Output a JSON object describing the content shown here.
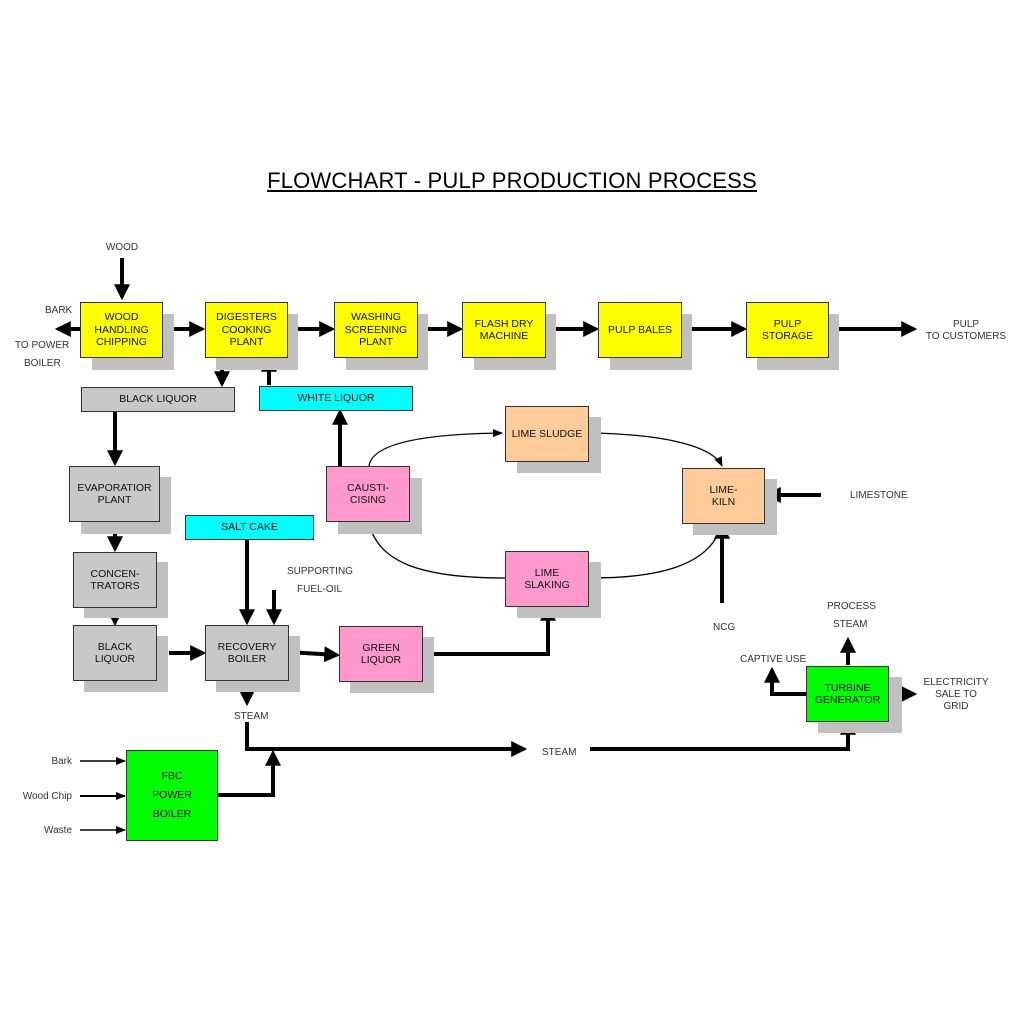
{
  "title": "FLOWCHART - PULP PRODUCTION PROCESS",
  "colors": {
    "process_yellow": "#ffff00",
    "liquor_gray": "#c8c8c8",
    "liquor_cyan": "#00ffff",
    "causticizing_pink": "#ff99cc",
    "lime_peach": "#ffcc99",
    "power_green": "#00ff00",
    "shadow": "#c0c0c0"
  },
  "nodes": {
    "wood_handling": "WOOD\nHANDLING\nCHIPPING",
    "digesters": "DIGESTERS\nCOOKING\nPLANT",
    "washing": "WASHING\nSCREENING\nPLANT",
    "flash_dry": "FLASH DRY\nMACHINE",
    "pulp_bales": "PULP BALES",
    "pulp_storage": "PULP\nSTORAGE",
    "black_liquor_bar": "BLACK LIQUOR",
    "white_liquor_bar": "WHITE LIQUOR",
    "evaporation": "EVAPORATIOR\nPLANT",
    "concentrators": "CONCEN-\nTRATORS",
    "black_liquor": "BLACK\nLIQUOR",
    "salt_cake": "SALT CAKE",
    "recovery_boiler": "RECOVERY\nBOILER",
    "green_liquor": "GREEN\nLIQUOR",
    "causticising": "CAUSTI-\nCISING",
    "lime_sludge": "LIME SLUDGE",
    "lime_kiln": "LIME-\nKILN",
    "lime_slaking": "LIME\nSLAKING",
    "fbc_boiler": "FBC\nPOWER\nBOILER",
    "turbine": "TURBINE\nGENERATOR"
  },
  "labels": {
    "wood": "WOOD",
    "bark": "BARK",
    "to_power_boiler": "TO POWER",
    "boiler": "BOILER",
    "pulp_to_customers": "PULP\nTO CUSTOMERS",
    "limestone": "LIMESTONE",
    "supporting": "SUPPORTING",
    "fuel_oil": "FUEL-OIL",
    "ncg": "NCG",
    "process": "PROCESS",
    "process_steam": "STEAM",
    "captive_use": "CAPTIVE USE",
    "electricity": "ELECTRICITY\nSALE TO\nGRID",
    "steam_recovery": "STEAM",
    "steam_main": "STEAM",
    "fbc_in_bark": "Bark",
    "fbc_in_wood_chip": "Wood Chip",
    "fbc_in_waste": "Waste"
  }
}
